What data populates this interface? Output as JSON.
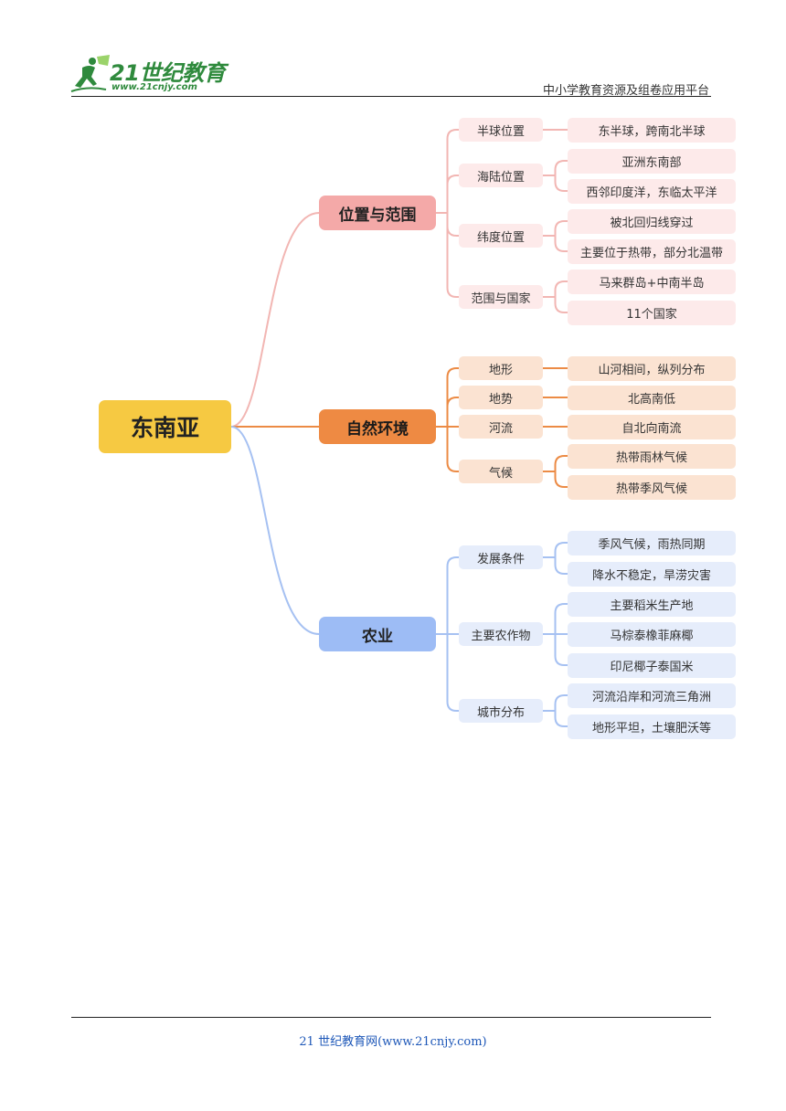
{
  "header": {
    "logo_text": "21世纪教育",
    "logo_sub": "www.21cnjy.com",
    "platform": "中小学教育资源及组卷应用平台"
  },
  "footer": {
    "text": "21 世纪教育网(www.21cnjy.com)"
  },
  "mindmap": {
    "root": "东南亚",
    "branches": [
      {
        "label": "位置与范围",
        "color": "#f4a9a8",
        "line": "#f2b6b3",
        "light": "#fdeaea",
        "text": "#222222",
        "children": [
          {
            "label": "半球位置",
            "leaves": [
              "东半球，跨南北半球"
            ]
          },
          {
            "label": "海陆位置",
            "leaves": [
              "亚洲东南部",
              "西邻印度洋，东临太平洋"
            ]
          },
          {
            "label": "纬度位置",
            "leaves": [
              "被北回归线穿过",
              "主要位于热带，部分北温带"
            ]
          },
          {
            "label": "范围与国家",
            "leaves": [
              "马来群岛+中南半岛",
              "11个国家"
            ]
          }
        ]
      },
      {
        "label": "自然环境",
        "color": "#ee8a43",
        "line": "#ec8b45",
        "light": "#fbe3d2",
        "text": "#222222",
        "children": [
          {
            "label": "地形",
            "leaves": [
              "山河相间，纵列分布"
            ]
          },
          {
            "label": "地势",
            "leaves": [
              "北高南低"
            ]
          },
          {
            "label": "河流",
            "leaves": [
              "自北向南流"
            ]
          },
          {
            "label": "气候",
            "leaves": [
              "热带雨林气候",
              "热带季风气候"
            ]
          }
        ]
      },
      {
        "label": "农业",
        "color": "#9dbcf5",
        "line": "#a6c1f2",
        "light": "#e6edfb",
        "text": "#222222",
        "children": [
          {
            "label": "发展条件",
            "leaves": [
              "季风气候，雨热同期",
              "降水不稳定，旱涝灾害"
            ]
          },
          {
            "label": "主要农作物",
            "leaves": [
              "主要稻米生产地",
              "马棕泰橡菲麻椰",
              "印尼椰子泰国米"
            ]
          },
          {
            "label": "城市分布",
            "leaves": [
              "河流沿岸和河流三角洲",
              "地形平坦，土壤肥沃等"
            ]
          }
        ]
      }
    ]
  }
}
